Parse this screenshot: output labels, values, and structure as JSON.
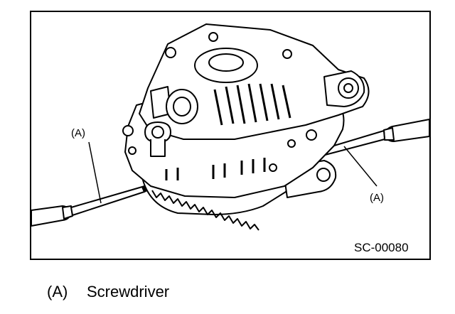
{
  "figure": {
    "code": "SC-00080",
    "callouts": [
      {
        "id": "left",
        "label": "(A)"
      },
      {
        "id": "right",
        "label": "(A)"
      }
    ]
  },
  "legend": {
    "key": "(A)",
    "text": "Screwdriver"
  }
}
